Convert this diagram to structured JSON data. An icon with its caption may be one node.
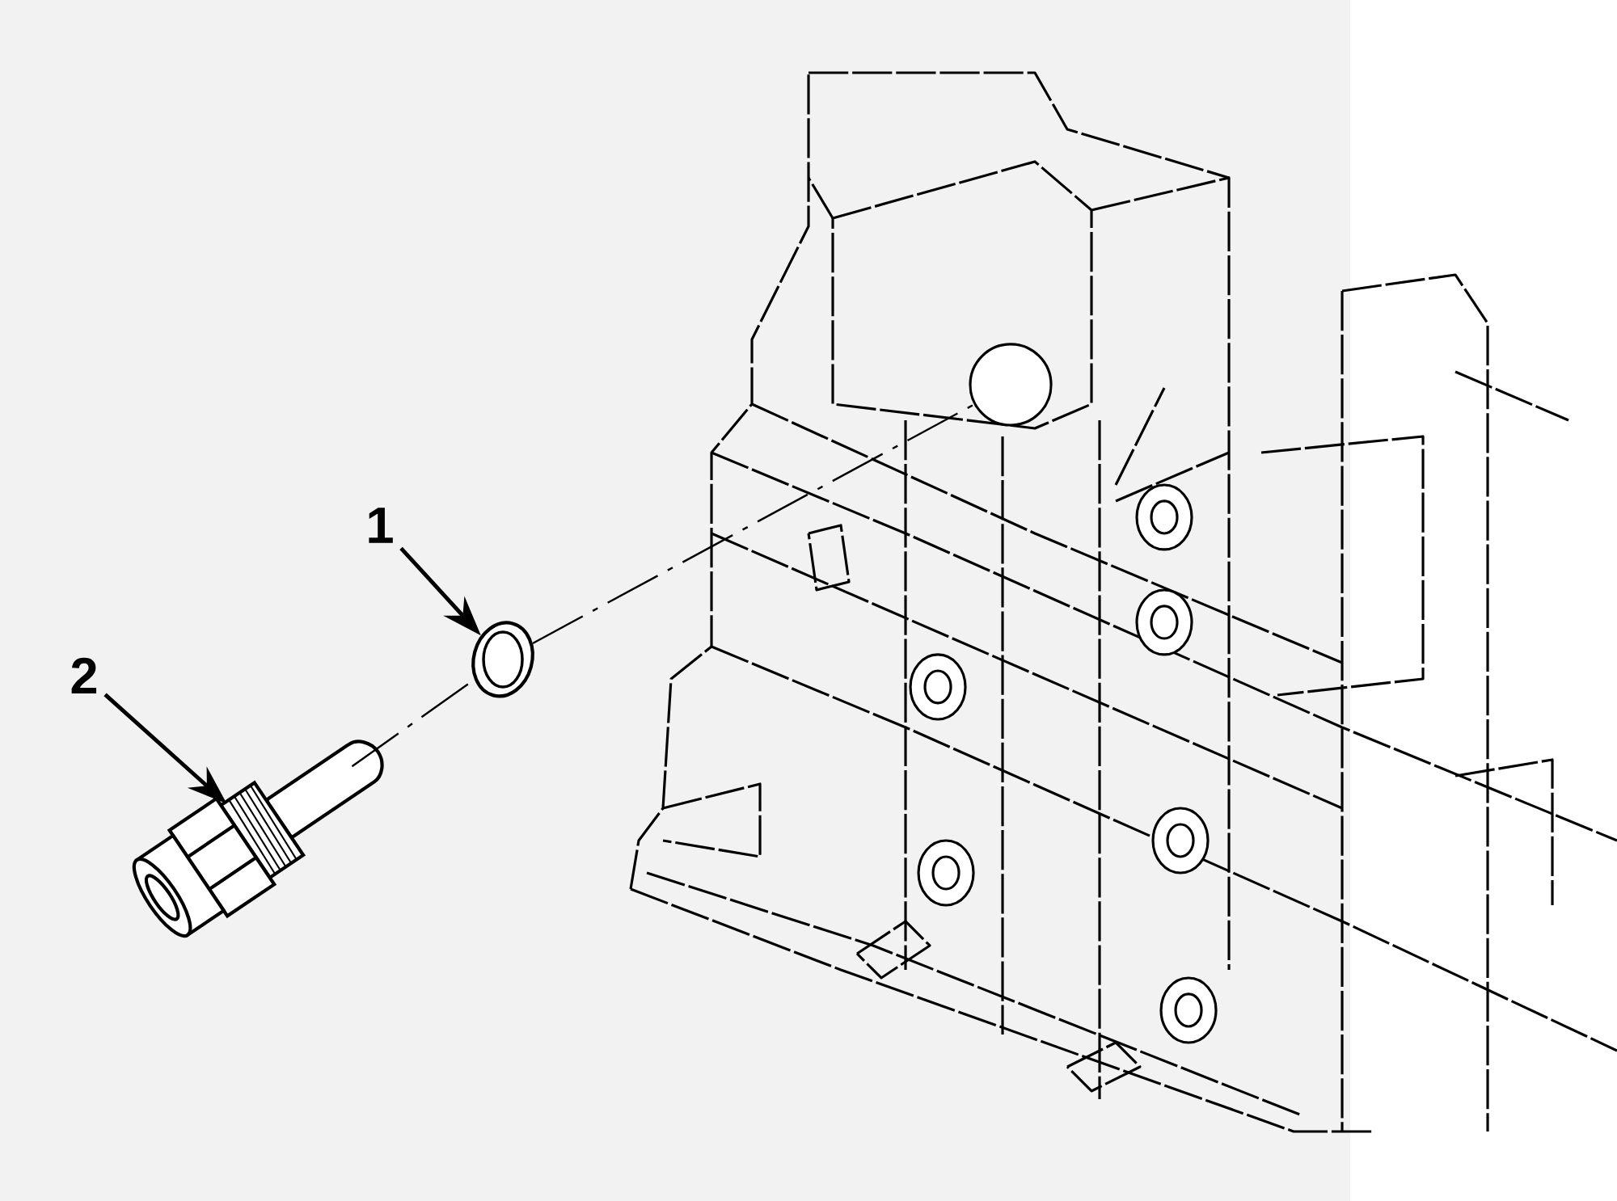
{
  "diagram": {
    "nodes": [
      {
        "text": [
          "1"
        ]
      },
      {
        "text": [
          "2"
        ]
      },
      {
        "text": [],
        "shape": "picture"
      },
      {
        "text": [],
        "shape": "picture"
      },
      {
        "text": [],
        "shape": "circle"
      }
    ],
    "edges": [
      {
        "from": 0,
        "to": 2,
        "arrow": "to"
      },
      {
        "from": 1,
        "to": 3,
        "arrow": "to"
      },
      {
        "from": 3,
        "to": 2,
        "arrow": "none",
        "style": "dashed"
      },
      {
        "from": 2,
        "to": 4,
        "arrow": "none",
        "style": "dashed"
      }
    ]
  }
}
